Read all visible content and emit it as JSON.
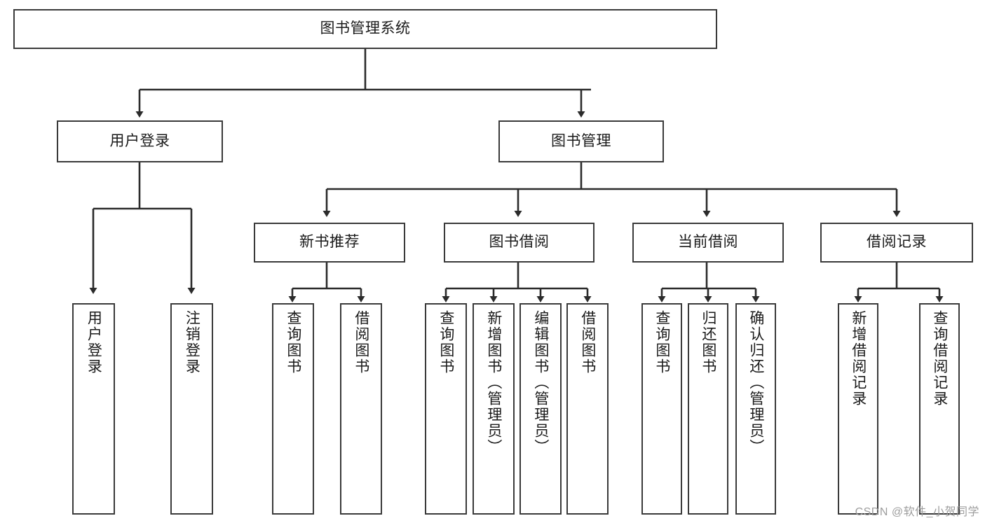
{
  "diagram": {
    "title": "图书管理系统",
    "type": "tree-hierarchy",
    "root": {
      "label": "图书管理系统"
    },
    "level1": [
      {
        "label": "用户登录"
      },
      {
        "label": "图书管理"
      }
    ],
    "level2": [
      {
        "label": "新书推荐"
      },
      {
        "label": "图书借阅"
      },
      {
        "label": "当前借阅"
      },
      {
        "label": "借阅记录"
      }
    ],
    "leaves": {
      "user_login": [
        {
          "label": "用户登录"
        },
        {
          "label": "注销登录"
        }
      ],
      "new_book_recommend": [
        {
          "label": "查询图书"
        },
        {
          "label": "借阅图书"
        }
      ],
      "book_borrow": [
        {
          "label": "查询图书"
        },
        {
          "label": "新增图书（管理员）"
        },
        {
          "label": "编辑图书（管理员）"
        },
        {
          "label": "借阅图书"
        }
      ],
      "current_borrow": [
        {
          "label": "查询图书"
        },
        {
          "label": "归还图书"
        },
        {
          "label": "确认归还（管理员）"
        }
      ],
      "borrow_record": [
        {
          "label": "新增借阅记录"
        },
        {
          "label": "查询借阅记录"
        }
      ]
    }
  },
  "watermark": {
    "text": "CSDN @软件_小贺同学"
  },
  "colors": {
    "stroke": "#3a3a3a",
    "background": "#ffffff",
    "text": "#1a1a1a",
    "watermark": "#9d9d9d"
  }
}
